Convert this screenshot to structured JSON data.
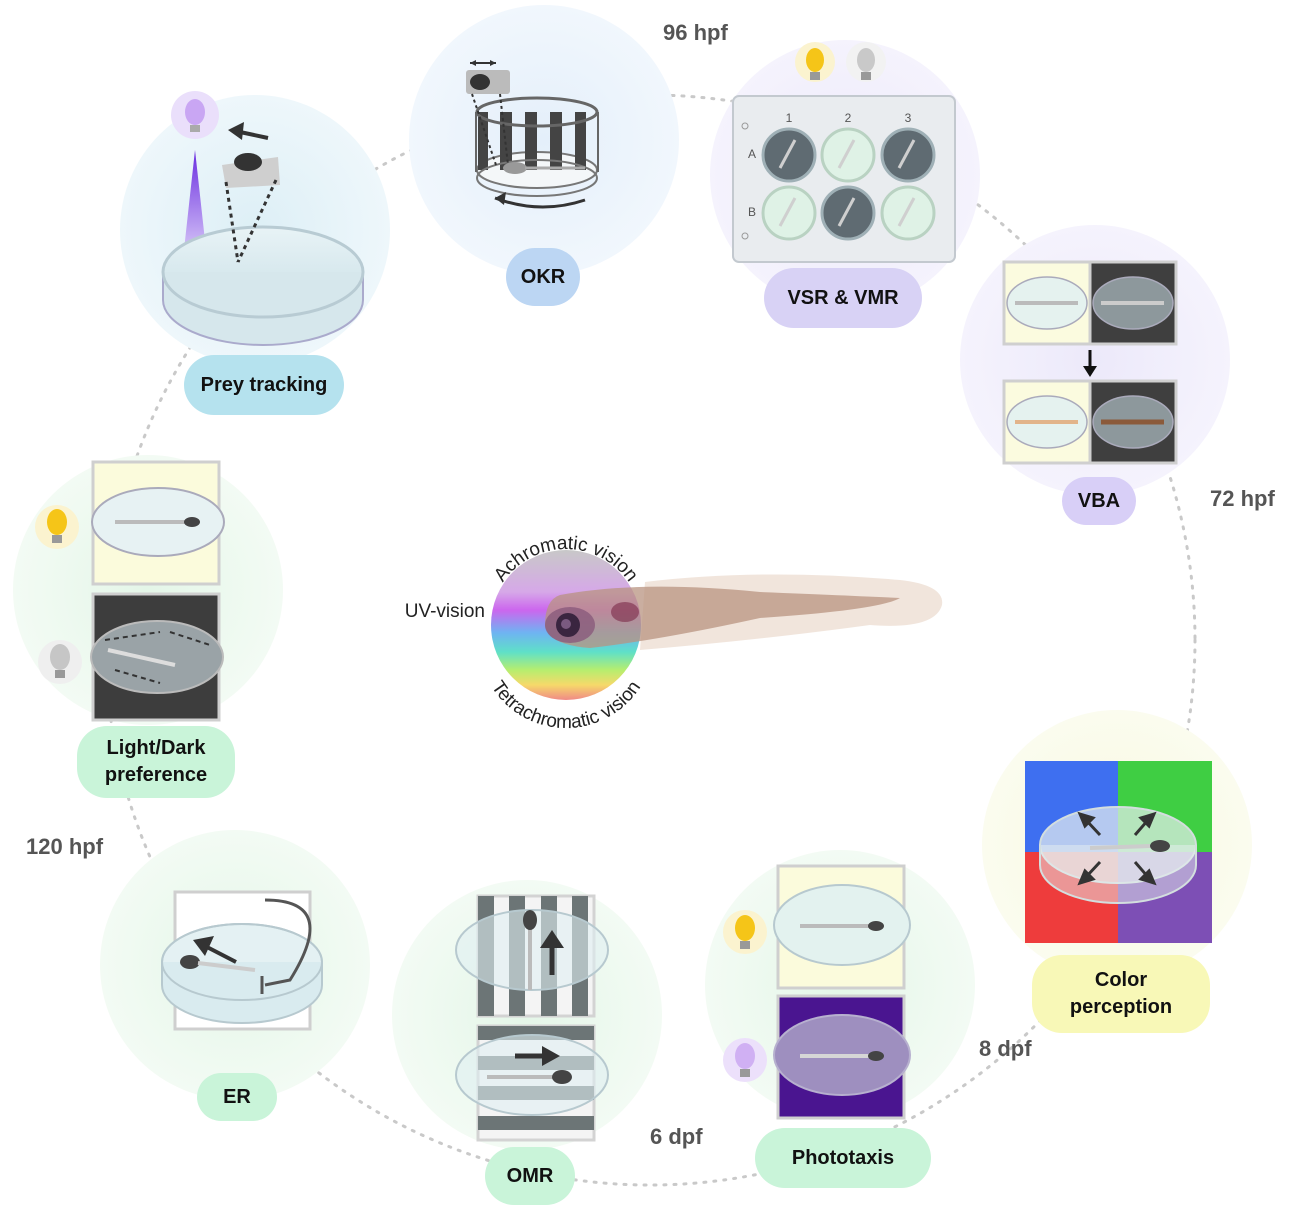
{
  "stages": {
    "s96": "96 hpf",
    "s72": "72 hpf",
    "s120": "120 hpf",
    "s8dpf": "8 dpf",
    "s6dpf": "6 dpf"
  },
  "assays": {
    "okr": "OKR",
    "vsr_vmr": "VSR & VMR",
    "vba": "VBA",
    "prey": "Prey tracking",
    "light_dark": "Light/Dark preference",
    "er": "ER",
    "omr": "OMR",
    "phototaxis": "Phototaxis",
    "color": "Color perception"
  },
  "vision": {
    "achromatic": "Achromatic vision",
    "uv": "UV-vision",
    "tetrachromatic": "Tetrachromatic vision"
  },
  "plate": {
    "columns": [
      "1",
      "2",
      "3"
    ],
    "rows": [
      "A",
      "B"
    ]
  },
  "colors": {
    "okr_pill": "#bcd6f3",
    "vsr_pill": "#d8d2f5",
    "vba_pill": "#d8cff7",
    "prey_pill": "#b5e2ee",
    "green_pill": "#c9f4d9",
    "color_pill": "#f8f8b7",
    "quad_blue": "#3e6ff0",
    "quad_green": "#3fce43",
    "quad_red": "#ee3c3c",
    "quad_purple": "#7d4fb5"
  },
  "icons": [
    "light-bulb-icon",
    "arrow-icon",
    "petri-dish-icon",
    "zebrafish-larva-icon",
    "well-plate-icon",
    "drum-icon"
  ]
}
